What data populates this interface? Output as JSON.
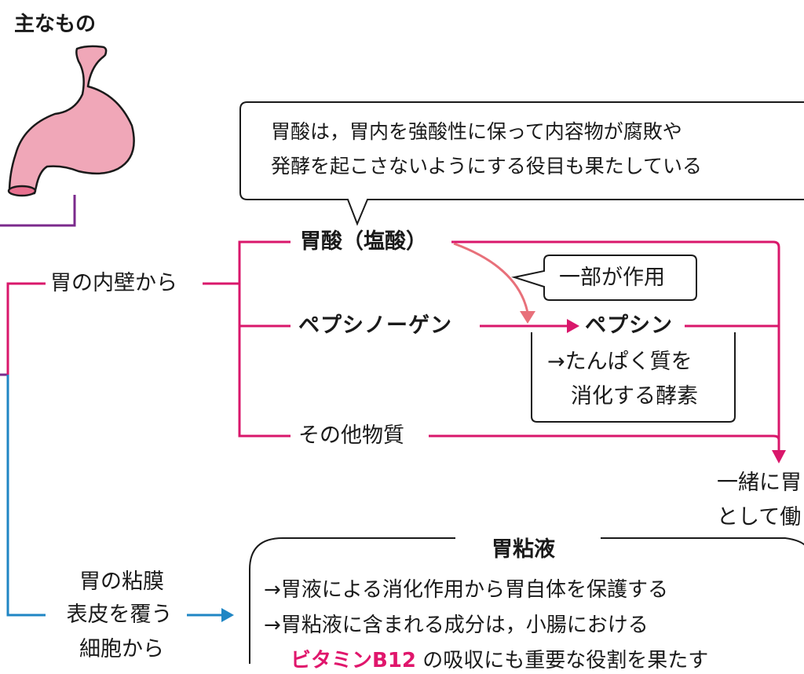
{
  "header": {
    "title": "主なもの"
  },
  "colors": {
    "stomach_fill": "#f0a7b8",
    "stomach_opening": "#e8708f",
    "purple_line": "#7b2a8c",
    "magenta_line": "#d9176b",
    "blue_line": "#1f86c4",
    "curve_arrow": "#e8707a",
    "highlight_text": "#e0166c"
  },
  "icons": {
    "stomach": "stomach-illustration"
  },
  "callout_top": {
    "line1": "胃酸は，胃内を強酸性に保って内容物が腐敗や",
    "line2": "発酵を起こさないようにする役目も果たしている"
  },
  "branch_inner_wall": {
    "label": "胃の内壁から",
    "items": [
      {
        "label": "胃酸（塩酸）"
      },
      {
        "label": "ペプシノーゲン"
      },
      {
        "label": "その他物質"
      }
    ]
  },
  "partial_action": {
    "label": "一部が作用"
  },
  "pepsin": {
    "label": "ペプシン",
    "desc_line1": "→たんぱく質を",
    "desc_line2": "消化する酵素"
  },
  "merge_result": {
    "line1": "一緒に胃",
    "line2": "として働"
  },
  "branch_mucosa": {
    "line1": "胃の粘膜",
    "line2": "表皮を覆う",
    "line3": "細胞から"
  },
  "mucus_box": {
    "title": "胃粘液",
    "line1": "→胃液による消化作用から胃自体を保護する",
    "line2": "→胃粘液に含まれる成分は，小腸における",
    "line3_highlight": "ビタミンB12",
    "line3_rest": " の吸収にも重要な役割を果たす"
  }
}
